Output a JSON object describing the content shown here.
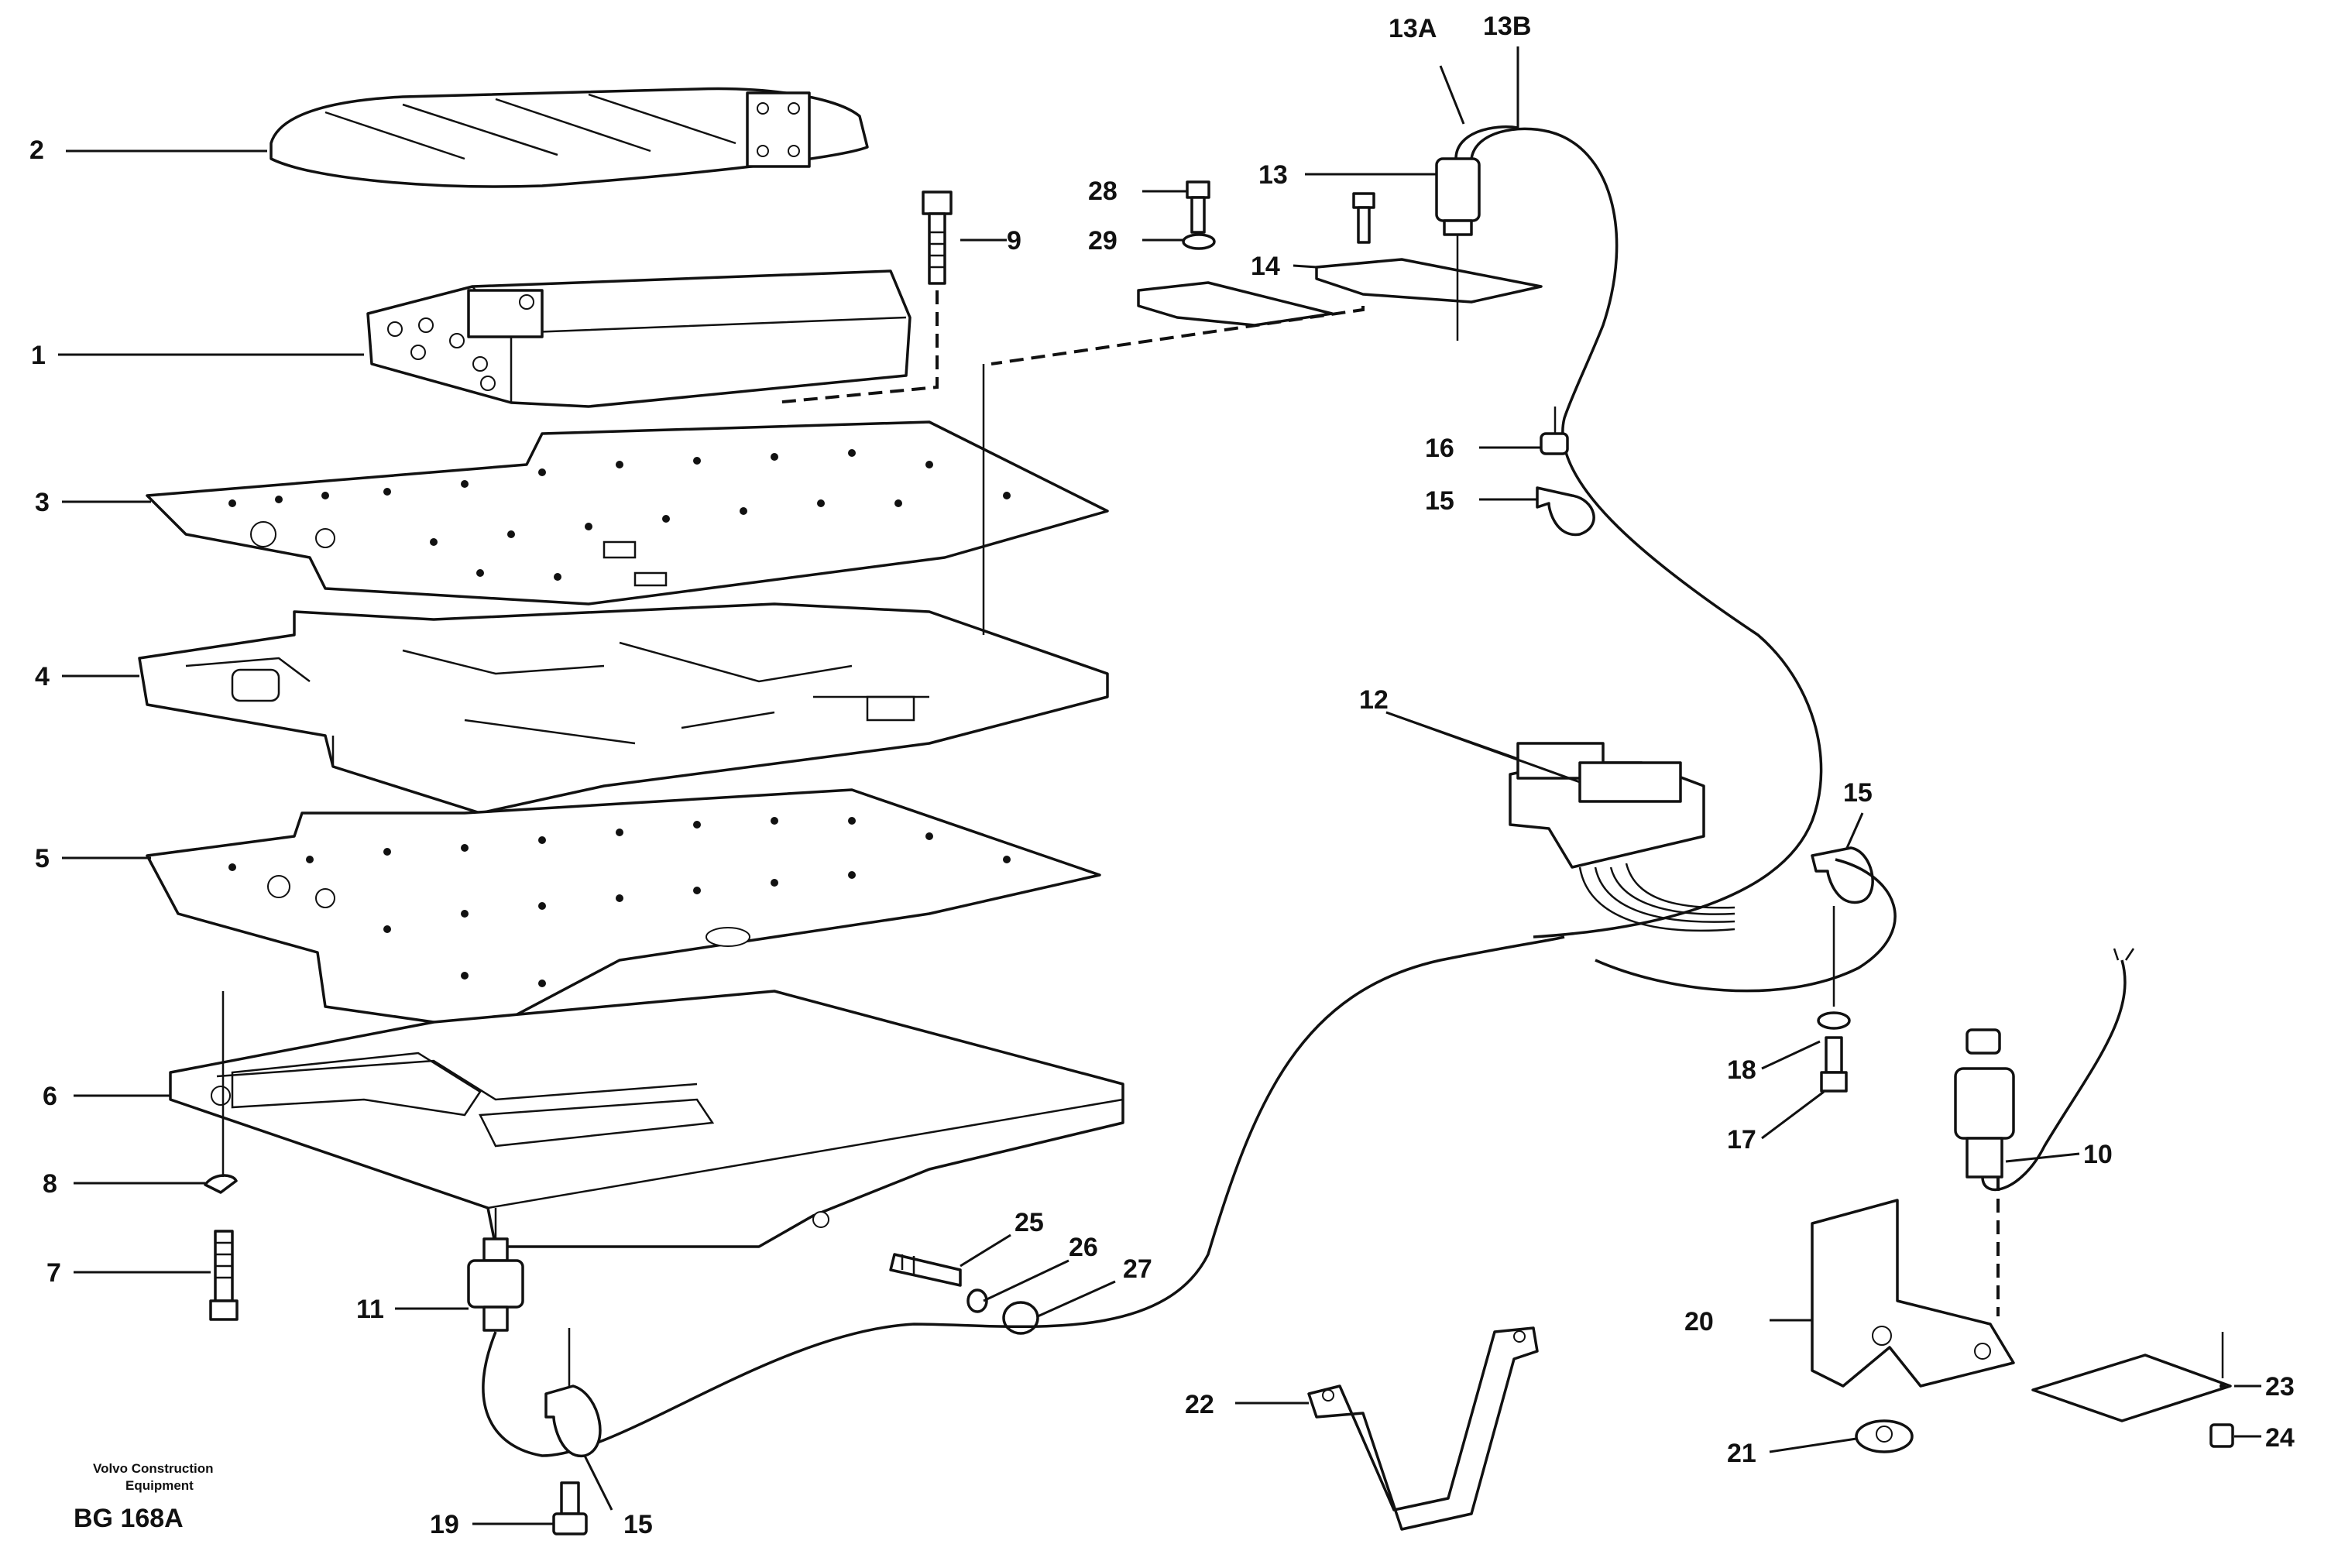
{
  "callouts": [
    {
      "id": "c2",
      "label": "2"
    },
    {
      "id": "c1",
      "label": "1"
    },
    {
      "id": "c3",
      "label": "3"
    },
    {
      "id": "c4",
      "label": "4"
    },
    {
      "id": "c5",
      "label": "5"
    },
    {
      "id": "c6",
      "label": "6"
    },
    {
      "id": "c8",
      "label": "8"
    },
    {
      "id": "c7",
      "label": "7"
    },
    {
      "id": "c9",
      "label": "9"
    },
    {
      "id": "c28",
      "label": "28"
    },
    {
      "id": "c29",
      "label": "29"
    },
    {
      "id": "c13",
      "label": "13"
    },
    {
      "id": "c13a",
      "label": "13A"
    },
    {
      "id": "c13b",
      "label": "13B"
    },
    {
      "id": "c14",
      "label": "14"
    },
    {
      "id": "c16",
      "label": "16"
    },
    {
      "id": "c15a",
      "label": "15"
    },
    {
      "id": "c12",
      "label": "12"
    },
    {
      "id": "c15b",
      "label": "15"
    },
    {
      "id": "c18",
      "label": "18"
    },
    {
      "id": "c17",
      "label": "17"
    },
    {
      "id": "c10",
      "label": "10"
    },
    {
      "id": "c20",
      "label": "20"
    },
    {
      "id": "c21",
      "label": "21"
    },
    {
      "id": "c22",
      "label": "22"
    },
    {
      "id": "c23",
      "label": "23"
    },
    {
      "id": "c24",
      "label": "24"
    },
    {
      "id": "c25",
      "label": "25"
    },
    {
      "id": "c26",
      "label": "26"
    },
    {
      "id": "c27",
      "label": "27"
    },
    {
      "id": "c11",
      "label": "11"
    },
    {
      "id": "c19",
      "label": "19"
    },
    {
      "id": "c15c",
      "label": "15"
    }
  ],
  "footer": {
    "brand_line1": "Volvo Construction",
    "brand_line2": "Equipment",
    "code": "BG 168A"
  }
}
